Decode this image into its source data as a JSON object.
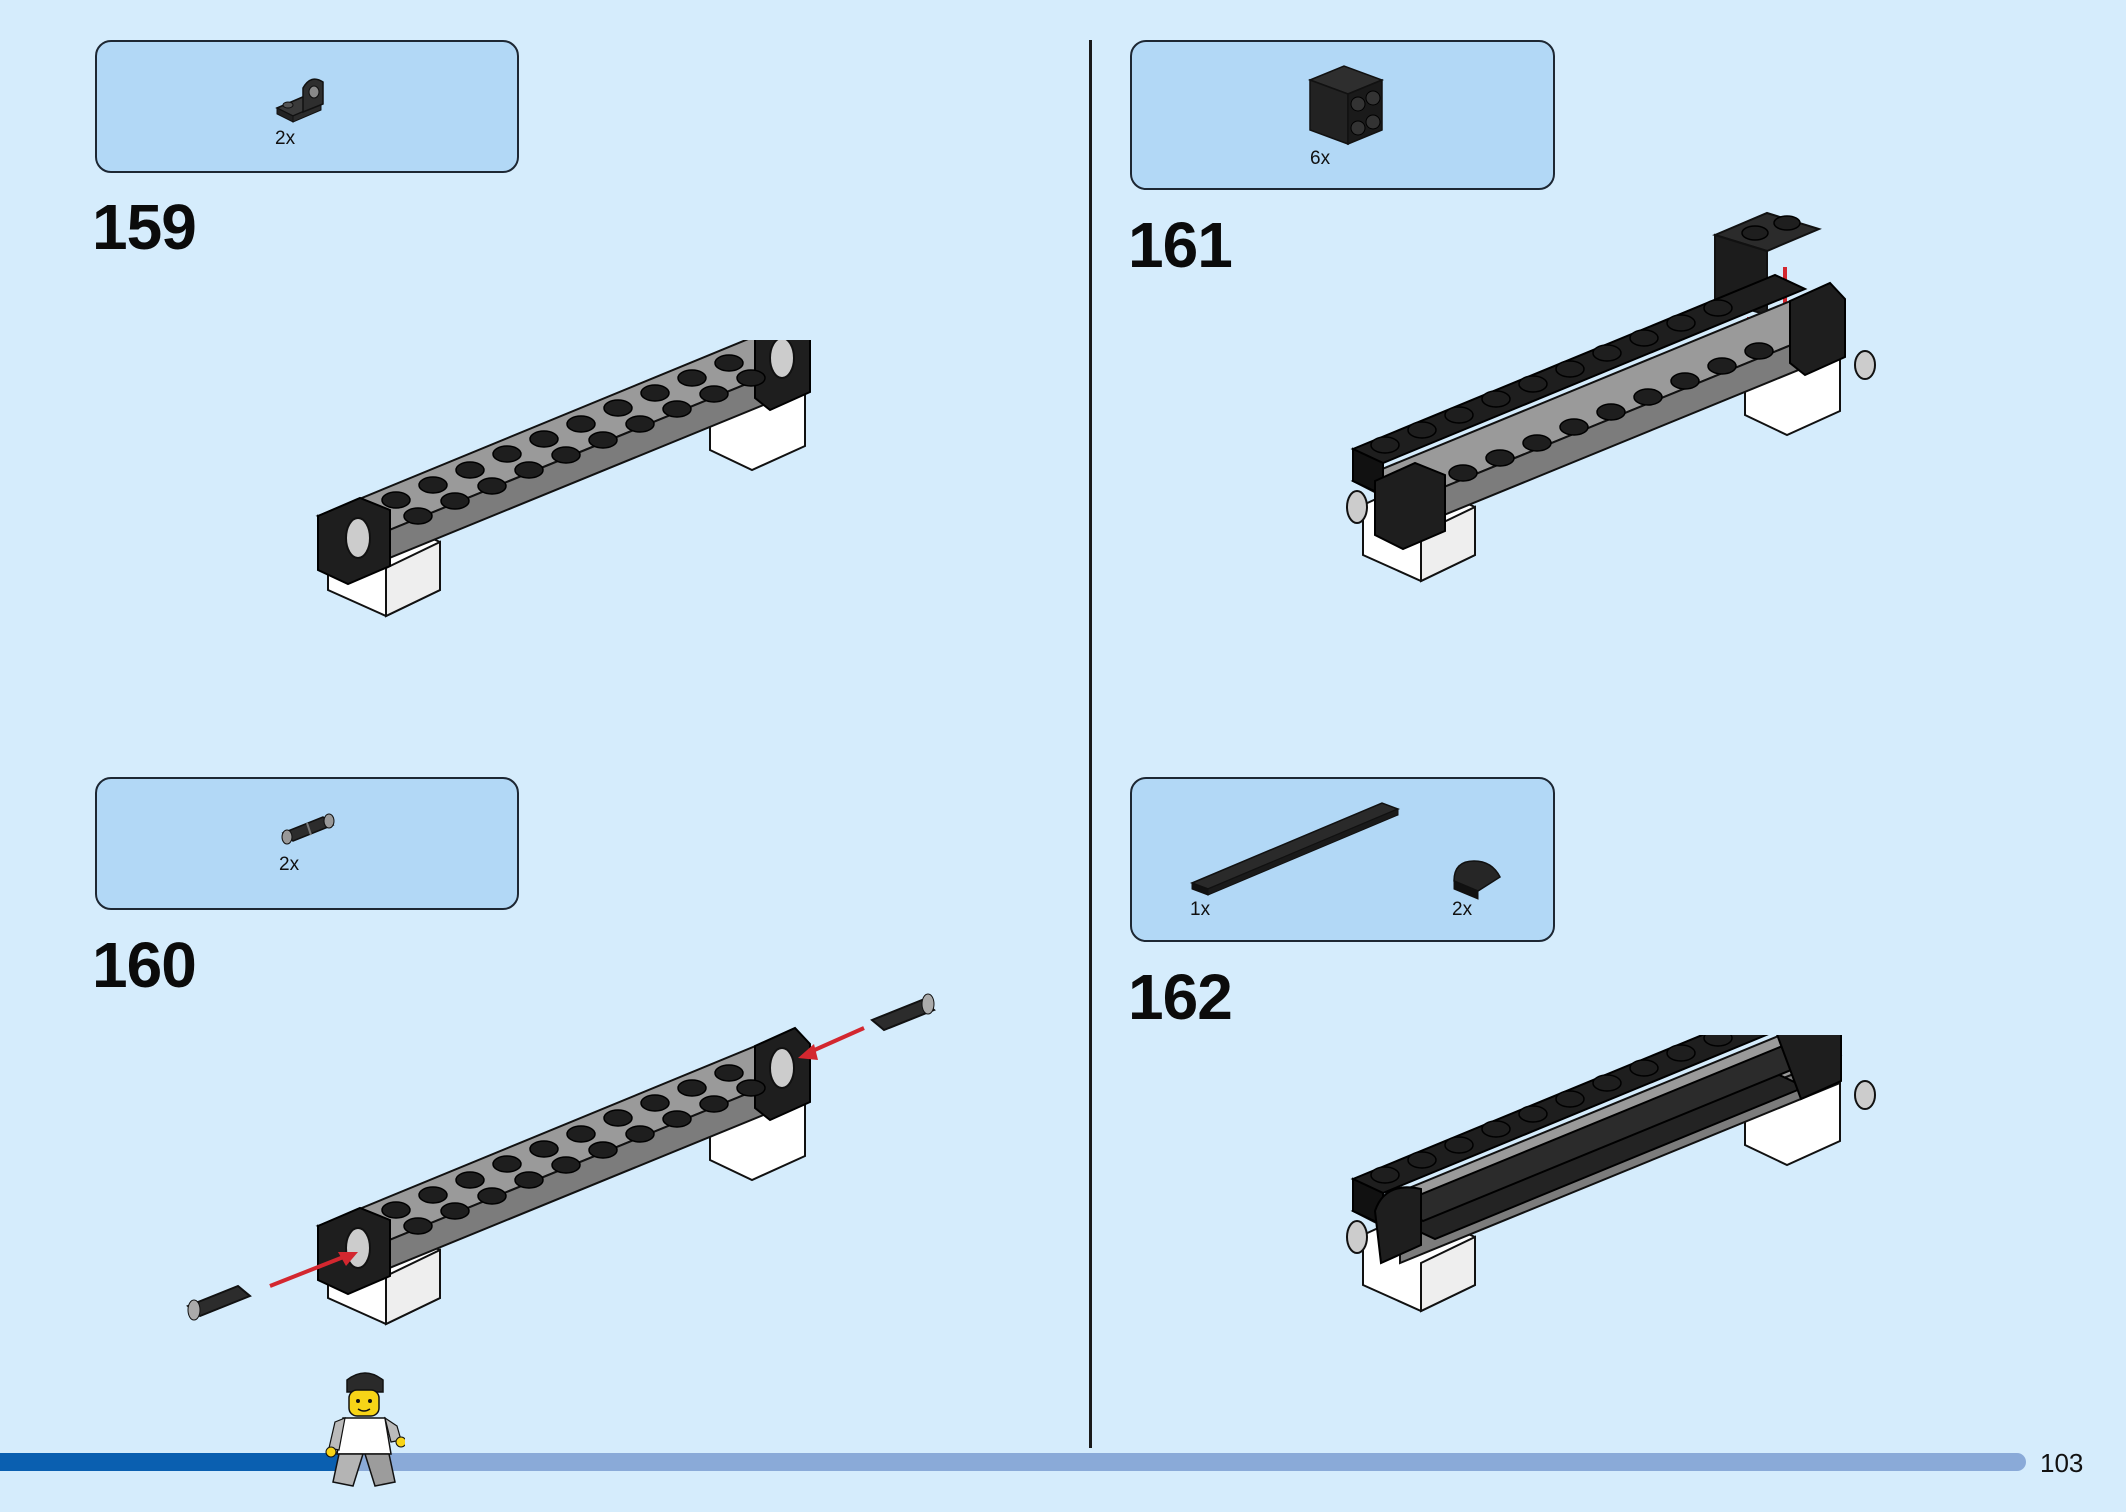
{
  "page": {
    "page_number": "103",
    "progress_fraction": 0.17,
    "colors": {
      "background": "#d5ecfc",
      "callout_fill": "#b2d8f6",
      "progress_fill": "#0a5fb0",
      "progress_track": "#8aaad8",
      "arrow": "#d3272f"
    }
  },
  "steps": [
    {
      "number": "159",
      "parts": [
        {
          "qty": "2x",
          "part": "black-plate-with-pin-hole"
        }
      ]
    },
    {
      "number": "160",
      "parts": [
        {
          "qty": "2x",
          "part": "black-friction-pin"
        }
      ]
    },
    {
      "number": "161",
      "parts": [
        {
          "qty": "6x",
          "part": "black-bracket-2x2"
        }
      ]
    },
    {
      "number": "162",
      "parts": [
        {
          "qty": "1x",
          "part": "black-tile-long"
        },
        {
          "qty": "2x",
          "part": "black-curved-slope"
        }
      ]
    }
  ]
}
